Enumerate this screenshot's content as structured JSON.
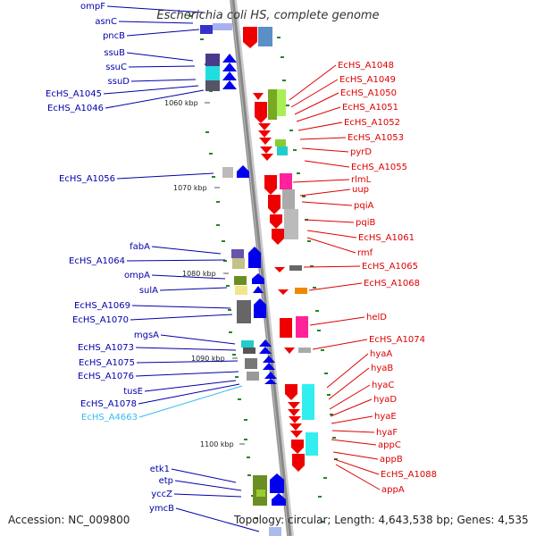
{
  "title": "Escherichia coli HS, complete genome",
  "footer": {
    "accession": "Accession: NC_009800",
    "topology": "Topology: circular; Length: 4,643,538 bp; Genes: 4,535"
  },
  "colors": {
    "left_label": "#0000aa",
    "left_label_alt": "#33bbee",
    "right_label": "#dd0000",
    "ticks": "#228822",
    "backbone": "#888888"
  },
  "scale_labels": [
    "1060 kbp",
    "1070 kbp",
    "1080 kbp",
    "1090 kbp",
    "1100 kbp"
  ],
  "left_genes": [
    "ompF",
    "asnC",
    "pncB",
    "ssuB",
    "ssuC",
    "ssuD",
    "EcHS_A1045",
    "EcHS_A1046",
    "EcHS_A1056",
    "fabA",
    "EcHS_A1064",
    "ompA",
    "sulA",
    "EcHS_A1069",
    "EcHS_A1070",
    "mgsA",
    "EcHS_A1073",
    "EcHS_A1075",
    "EcHS_A1076",
    "tusE",
    "EcHS_A1078",
    "EcHS_A4663",
    "etk1",
    "etp",
    "yccZ",
    "ymcB"
  ],
  "right_genes": [
    "EcHS_A1048",
    "EcHS_A1049",
    "EcHS_A1050",
    "EcHS_A1051",
    "EcHS_A1052",
    "EcHS_A1053",
    "pyrD",
    "EcHS_A1055",
    "rlmL",
    "uup",
    "pqiA",
    "pqiB",
    "EcHS_A1061",
    "rmf",
    "EcHS_A1065",
    "EcHS_A1068",
    "helD",
    "EcHS_A1074",
    "hyaA",
    "hyaB",
    "hyaC",
    "hyaD",
    "hyaE",
    "hyaF",
    "appC",
    "appB",
    "EcHS_A1088",
    "appA"
  ]
}
